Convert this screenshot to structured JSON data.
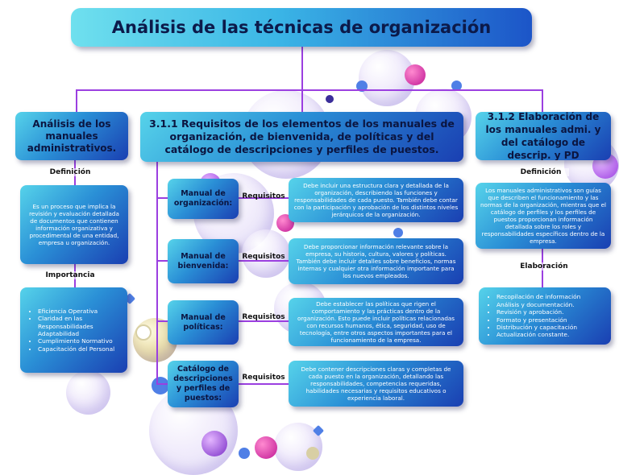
{
  "title": "Análisis de las técnicas de organización",
  "left": {
    "heading": "Análisis de los manuales administrativos.",
    "definicion_label": "Definición",
    "definicion_text": "Es un proceso que implica la revisión y evaluación detallada de documentos que contienen información organizativa y procedimental de una entidad, empresa u organización.",
    "importancia_label": "Importancia",
    "importancia_items": [
      "Eficiencia Operativa",
      "Claridad en las Responsabilidades Adaptabilidad",
      "Cumplimiento Normativo",
      "Capacitación del Personal"
    ]
  },
  "center": {
    "heading": "3.1.1 Requisitos de los elementos de los manuales de organización, de bienvenida, de políticas y del catálogo de descripciones y perfiles de puestos.",
    "rows": [
      {
        "label": "Manual de organización:",
        "connector": "Requisitos",
        "text": "Debe incluir una estructura clara y detallada de la organización, describiendo las funciones y responsabilidades de cada puesto. También debe contar con la participación y aprobación de los distintos niveles jerárquicos de la organización."
      },
      {
        "label": "Manual de bienvenida:",
        "connector": "Requisitos",
        "text": "Debe proporcionar información relevante sobre la empresa, su historia, cultura, valores y políticas. También debe incluir detalles sobre beneficios, normas internas y cualquier otra información importante para los nuevos empleados."
      },
      {
        "label": "Manual de políticas:",
        "connector": "Requisitos",
        "text": "Debe establecer las políticas que rigen el comportamiento y las prácticas dentro de la organización. Esto puede incluir políticas relacionadas con recursos humanos, ética, seguridad, uso de tecnología, entre otros aspectos importantes para el funcionamiento de la empresa."
      },
      {
        "label": "Catálogo de descripciones y perfiles de puestos:",
        "connector": "Requisitos",
        "text": "Debe contener descripciones claras y completas de cada puesto en la organización, detallando las responsabilidades, competencias requeridas, habilidades necesarias y requisitos educativos o experiencia laboral."
      }
    ]
  },
  "right": {
    "heading": "3.1.2 Elaboración de los manuales admi. y del catálogo de descrip. y PD",
    "definicion_label": "Definición",
    "definicion_text": "Los manuales administrativos son guías que describen el funcionamiento y las normas de la organización, mientras que el catálogo de perfiles y los perfiles de puestos proporcionan información detallada sobre los roles y responsabilidades específicos dentro de la empresa.",
    "elaboracion_label": "Elaboración",
    "elaboracion_items": [
      "Recopilación de información",
      "Análisis y documentación.",
      "Revisión y aprobación.",
      "Formato y presentación",
      "Distribución y capacitación",
      "Actualización constante."
    ]
  },
  "colors": {
    "connector": "#9b3fe0",
    "box_dark": "#1a3fb2",
    "box_light": "#56d3ea"
  }
}
